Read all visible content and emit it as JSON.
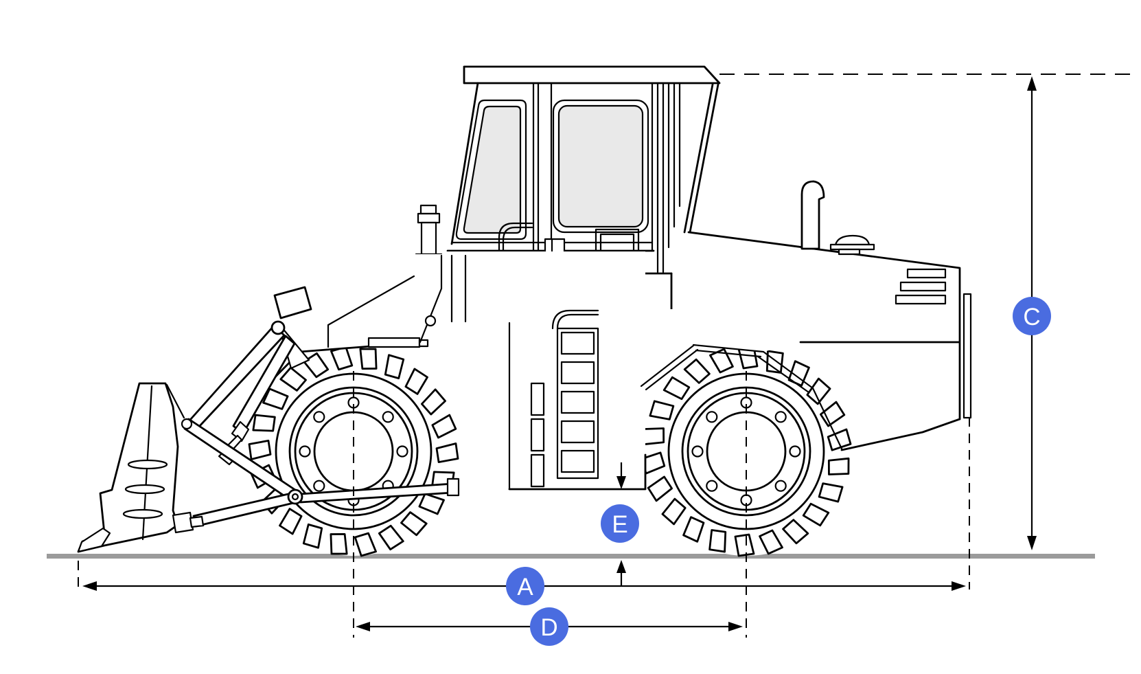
{
  "diagram": {
    "markers": {
      "a": {
        "label": "A"
      },
      "c": {
        "label": "C"
      },
      "d": {
        "label": "D"
      },
      "e": {
        "label": "E"
      }
    },
    "colors": {
      "marker_fill": "#4a6ce0",
      "marker_text": "#ffffff",
      "line": "#000000",
      "ground": "#9b9b9b",
      "glass": "#e9e9e9",
      "background": "#ffffff"
    }
  }
}
